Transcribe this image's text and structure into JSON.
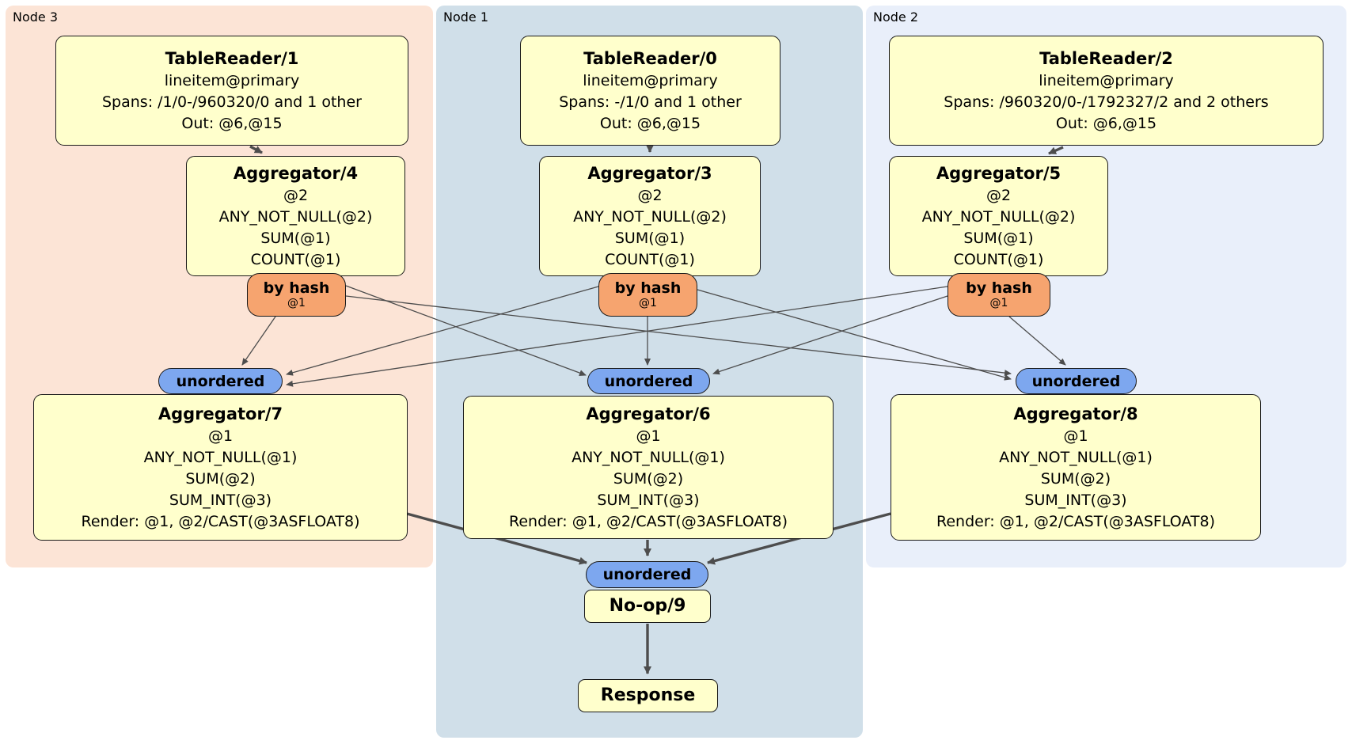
{
  "colors": {
    "background": "#ffffff",
    "region-node3": "#fce4d6",
    "region-node1": "#d0dfe9",
    "region-node2": "#e9effa",
    "processor-fill": "#ffffcc",
    "router-fill": "#f6a46f",
    "stream-fill": "#7da7ef",
    "border": "#1a1a1a",
    "edge": "#4d4d4d"
  },
  "regions": {
    "node3": {
      "label": "Node 3"
    },
    "node1": {
      "label": "Node 1"
    },
    "node2": {
      "label": "Node 2"
    }
  },
  "processors": {
    "tablereader1": {
      "title": "TableReader/1",
      "lines": [
        "lineitem@primary",
        "Spans: /1/0-/960320/0 and 1 other",
        "Out: @6,@15"
      ]
    },
    "tablereader0": {
      "title": "TableReader/0",
      "lines": [
        "lineitem@primary",
        "Spans: -/1/0 and 1 other",
        "Out: @6,@15"
      ]
    },
    "tablereader2": {
      "title": "TableReader/2",
      "lines": [
        "lineitem@primary",
        "Spans: /960320/0-/1792327/2 and 2 others",
        "Out: @6,@15"
      ]
    },
    "aggregator4": {
      "title": "Aggregator/4",
      "lines": [
        "@2",
        "ANY_NOT_NULL(@2)",
        "SUM(@1)",
        "COUNT(@1)"
      ]
    },
    "aggregator3": {
      "title": "Aggregator/3",
      "lines": [
        "@2",
        "ANY_NOT_NULL(@2)",
        "SUM(@1)",
        "COUNT(@1)"
      ]
    },
    "aggregator5": {
      "title": "Aggregator/5",
      "lines": [
        "@2",
        "ANY_NOT_NULL(@2)",
        "SUM(@1)",
        "COUNT(@1)"
      ]
    },
    "aggregator7": {
      "title": "Aggregator/7",
      "lines": [
        "@1",
        "ANY_NOT_NULL(@1)",
        "SUM(@2)",
        "SUM_INT(@3)",
        "Render: @1, @2/CAST(@3ASFLOAT8)"
      ]
    },
    "aggregator6": {
      "title": "Aggregator/6",
      "lines": [
        "@1",
        "ANY_NOT_NULL(@1)",
        "SUM(@2)",
        "SUM_INT(@3)",
        "Render: @1, @2/CAST(@3ASFLOAT8)"
      ]
    },
    "aggregator8": {
      "title": "Aggregator/8",
      "lines": [
        "@1",
        "ANY_NOT_NULL(@1)",
        "SUM(@2)",
        "SUM_INT(@3)",
        "Render: @1, @2/CAST(@3ASFLOAT8)"
      ]
    },
    "noop9": {
      "title": "No-op/9"
    },
    "response": {
      "title": "Response"
    }
  },
  "routers": {
    "byhash4": {
      "label": "by hash",
      "detail": "@1"
    },
    "byhash3": {
      "label": "by hash",
      "detail": "@1"
    },
    "byhash5": {
      "label": "by hash",
      "detail": "@1"
    }
  },
  "streams": {
    "unordered_node3": {
      "label": "unordered"
    },
    "unordered_node1": {
      "label": "unordered"
    },
    "unordered_node2": {
      "label": "unordered"
    },
    "unordered_final": {
      "label": "unordered"
    }
  }
}
